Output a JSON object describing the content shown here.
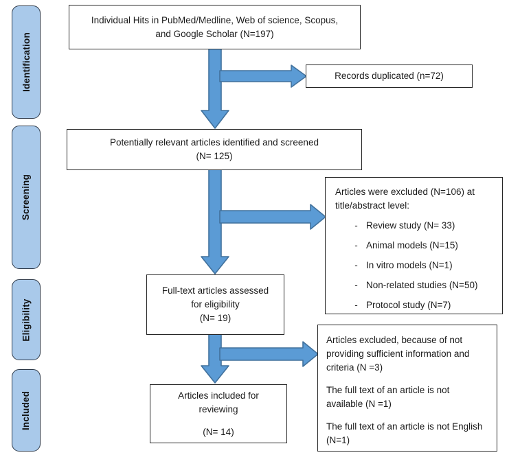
{
  "sidebar": {
    "identification": "Identification",
    "screening": "Screening",
    "eligibility": "Eligibility",
    "included": "Included"
  },
  "flow": {
    "hits": {
      "line1": "Individual Hits in PubMed/Medline, Web of science, Scopus,",
      "line2": "and Google Scholar (N=197)"
    },
    "duplicated": "Records duplicated (n=72)",
    "screened": {
      "line1": "Potentially relevant articles identified and screened",
      "line2": "(N= 125)"
    },
    "excluded_screening": {
      "intro": "Articles were excluded (N=106) at title/abstract level:",
      "bullet": "-",
      "items": [
        "Review study (N= 33)",
        "Animal models (N=15)",
        "In vitro models (N=1)",
        "Non-related studies (N=50)",
        "Protocol study (N=7)"
      ]
    },
    "fulltext": {
      "line1": "Full-text articles assessed",
      "line2": "for eligibility",
      "line3": "(N= 19)"
    },
    "excluded_eligibility": {
      "p1": "Articles excluded, because of not providing sufficient information and criteria (N =3)",
      "p2": "The full text of an article is not available (N =1)",
      "p3": "The full text of an article is not English (N=1)"
    },
    "included": {
      "line1": "Articles included for",
      "line2": "reviewing",
      "line3": "(N= 14)"
    }
  },
  "colors": {
    "arrow_fill": "#5B9BD5",
    "arrow_stroke": "#41719C",
    "stage_fill": "#A9C9EA",
    "box_border": "#262626"
  }
}
